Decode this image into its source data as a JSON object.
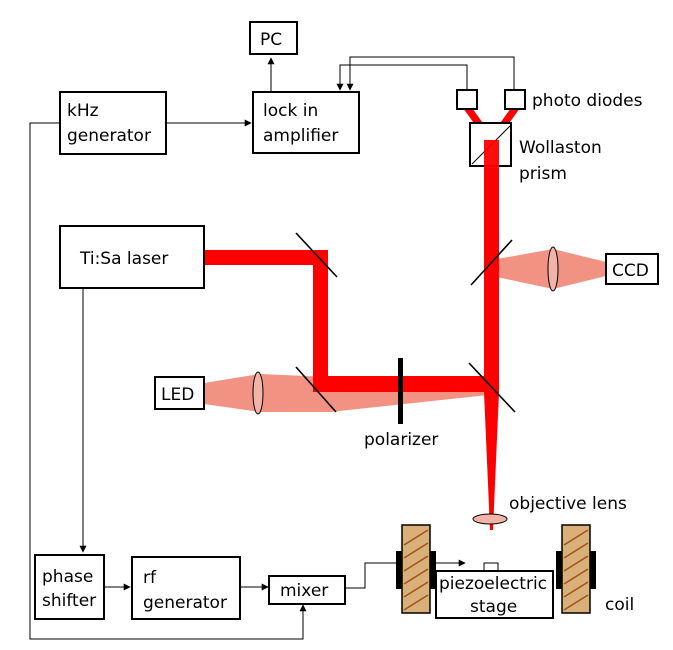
{
  "labels": {
    "pc": "PC",
    "khz_line1": "kHz",
    "khz_line2": "generator",
    "lockin_line1": "lock in",
    "lockin_line2": "amplifier",
    "photo_diodes": "photo diodes",
    "wollaston_line1": "Wollaston",
    "wollaston_line2": "prism",
    "tisa_laser": "Ti:Sa laser",
    "ccd": "CCD",
    "led": "LED",
    "polarizer": "polarizer",
    "objective_lens": "objective lens",
    "phase_line1": "phase",
    "phase_line2": "shifter",
    "rf_line1": "rf",
    "rf_line2": "generator",
    "mixer": "mixer",
    "piezo_line1": "piezoelectric",
    "piezo_line2": "stage",
    "coil": "coil"
  },
  "colors": {
    "laser_beam": "#ff0000",
    "led_light": "#f07f6c",
    "coil_winding": "#d9b07a"
  }
}
